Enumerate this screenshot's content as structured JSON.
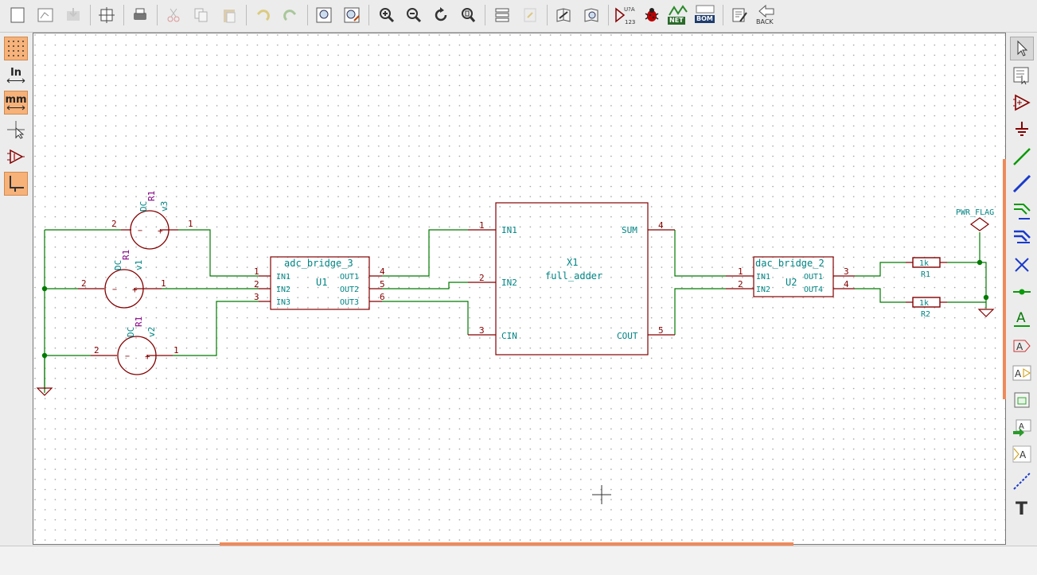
{
  "toolbar": {
    "net_label": "NET",
    "bom_label": "BOM",
    "back_label": "BACK",
    "annotate_label": "U?A",
    "annotate_sub": "123",
    "units_in": "In",
    "units_mm": "mm"
  },
  "schematic": {
    "sources": [
      {
        "ref": "v3",
        "value": "DC",
        "model": "R1",
        "pin_minus": "2",
        "pin_plus": "1"
      },
      {
        "ref": "v1",
        "value": "DC",
        "model": "R1",
        "pin_minus": "2",
        "pin_plus": "1"
      },
      {
        "ref": "v2",
        "value": "DC",
        "model": "R1",
        "pin_minus": "2",
        "pin_plus": "1"
      }
    ],
    "adc": {
      "name": "adc_bridge_3",
      "ref": "U1",
      "inputs": [
        "IN1",
        "IN2",
        "IN3"
      ],
      "in_nums": [
        "1",
        "2",
        "3"
      ],
      "outputs": [
        "OUT1",
        "OUT2",
        "OUT3"
      ],
      "out_nums": [
        "4",
        "5",
        "6"
      ]
    },
    "adder": {
      "ref": "X1",
      "name": "full_adder",
      "inputs": [
        "IN1",
        "IN2",
        "CIN"
      ],
      "in_nums": [
        "1",
        "2",
        "3"
      ],
      "outputs": [
        "SUM",
        "COUT"
      ],
      "out_nums": [
        "4",
        "5"
      ]
    },
    "dac": {
      "name": "dac_bridge_2",
      "ref": "U2",
      "inputs": [
        "IN1",
        "IN2"
      ],
      "in_nums": [
        "1",
        "2"
      ],
      "outputs": [
        "OUT1",
        "OUT4"
      ],
      "out_nums": [
        "3",
        "4"
      ]
    },
    "resistors": [
      {
        "ref": "R1",
        "value": "1k"
      },
      {
        "ref": "R2",
        "value": "1k"
      }
    ],
    "pwr_flag": "PWR_FLAG"
  },
  "colors": {
    "wire": "#007a00",
    "component": "#840000",
    "pin_text": "#008484",
    "ref_text": "#008484",
    "value_text": "#840084",
    "grid_dot": "#9a9a9a"
  }
}
